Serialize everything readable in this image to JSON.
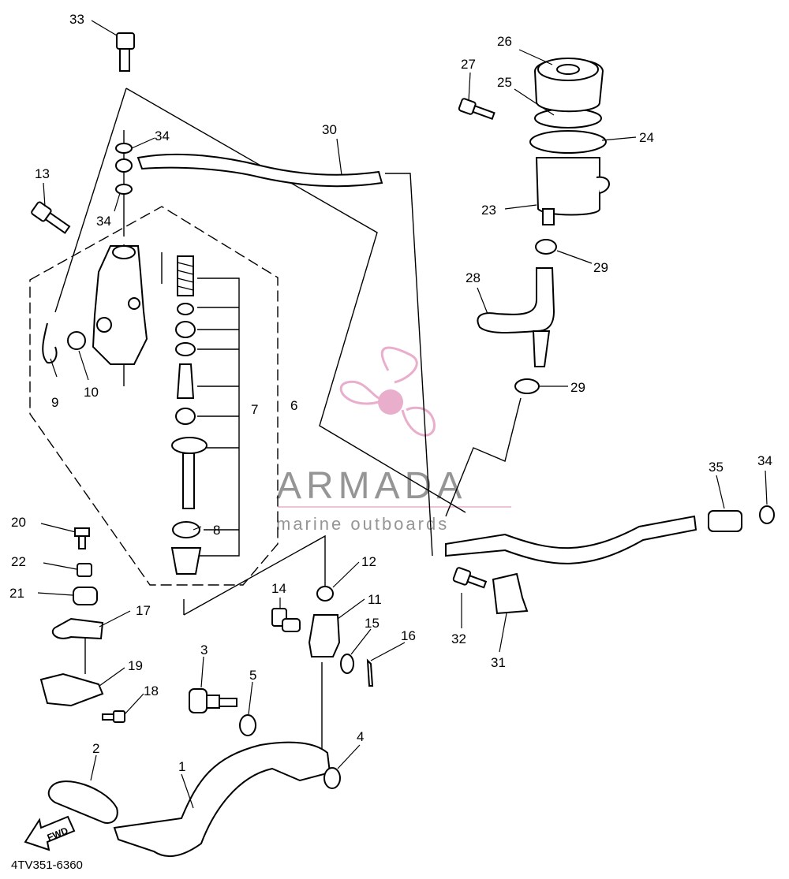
{
  "diagram": {
    "code": "4TV351-6360",
    "fwd_label": "FWD",
    "watermark": {
      "title": "ARMADA",
      "subtitle": "marine outboards",
      "accent": "#e8a6c8",
      "text_color": "#8a8a8a"
    },
    "callouts": {
      "c1": "1",
      "c2": "2",
      "c3": "3",
      "c4": "4",
      "c5": "5",
      "c6": "6",
      "c7": "7",
      "c8": "8",
      "c9": "9",
      "c10": "10",
      "c11": "11",
      "c12": "12",
      "c13": "13",
      "c14": "14",
      "c15": "15",
      "c16": "16",
      "c17": "17",
      "c18": "18",
      "c19": "19",
      "c20": "20",
      "c21": "21",
      "c22": "22",
      "c23": "23",
      "c24": "24",
      "c25": "25",
      "c26": "26",
      "c27": "27",
      "c28": "28",
      "c29a": "29",
      "c29b": "29",
      "c30": "30",
      "c31": "31",
      "c32": "32",
      "c33": "33",
      "c34a": "34",
      "c34b": "34",
      "c34c": "34",
      "c35": "35"
    }
  }
}
